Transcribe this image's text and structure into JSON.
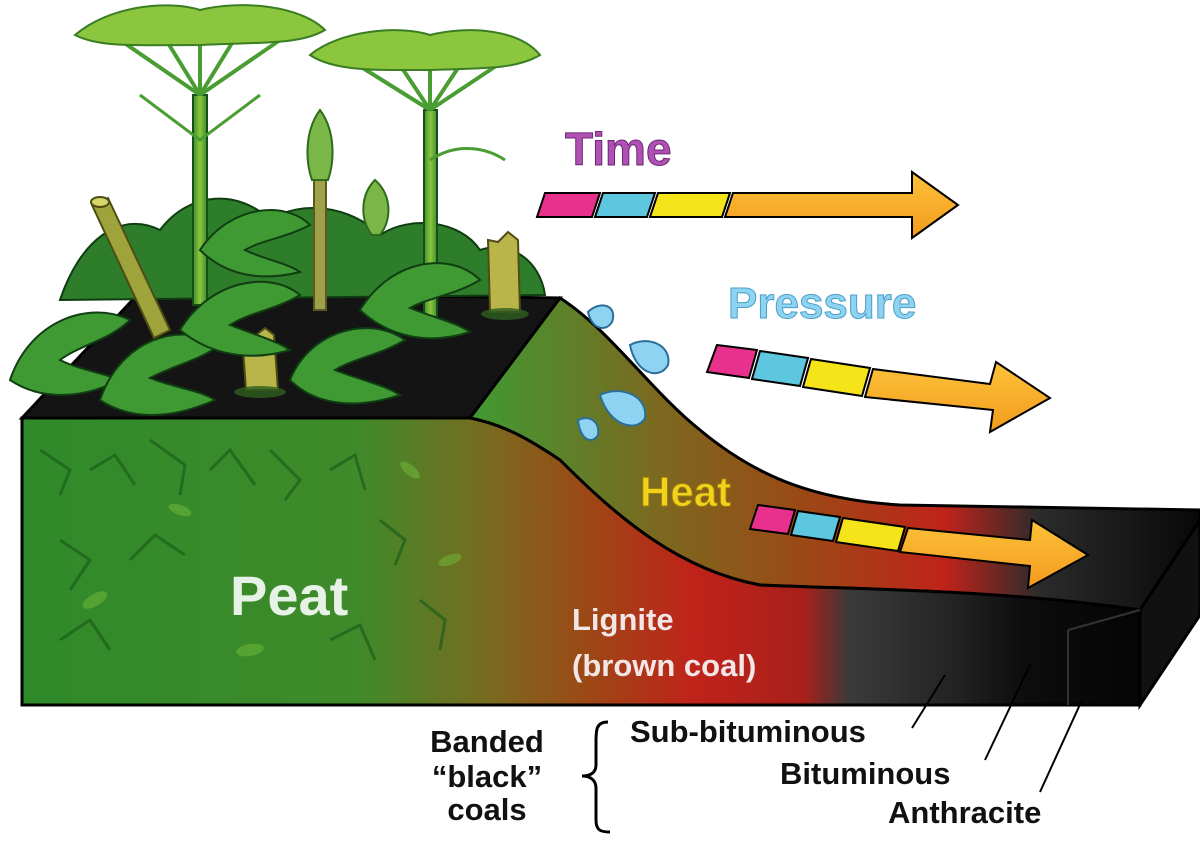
{
  "labels": {
    "time": "Time",
    "pressure": "Pressure",
    "heat": "Heat",
    "peat": "Peat",
    "lignite_line1": "Lignite",
    "lignite_line2": "(brown coal)",
    "sub_bituminous": "Sub-bituminous",
    "bituminous": "Bituminous",
    "anthracite": "Anthracite",
    "banded_line1": "Banded",
    "banded_line2": "“black”",
    "banded_line3": "coals"
  },
  "colors": {
    "time_label": "#b04fb5",
    "pressure_label": "#8fd3f2",
    "heat_label": "#f2d21b",
    "arrow": "#f7a823",
    "segment_pink": "#e8318c",
    "segment_cyan": "#5ec7e0",
    "segment_yellow": "#f5e41a",
    "peat": "#2f8a2a",
    "lignite": "#8c3a12",
    "red_zone": "#c0231a",
    "sub_bituminous": "#3a3a3a",
    "bituminous": "#1f1f1f",
    "anthracite": "#0a0a0a"
  },
  "icons": [
    "fern-icon",
    "tree-icon",
    "stump-icon",
    "water-splash-icon",
    "arrow-icon",
    "bracket-icon"
  ]
}
